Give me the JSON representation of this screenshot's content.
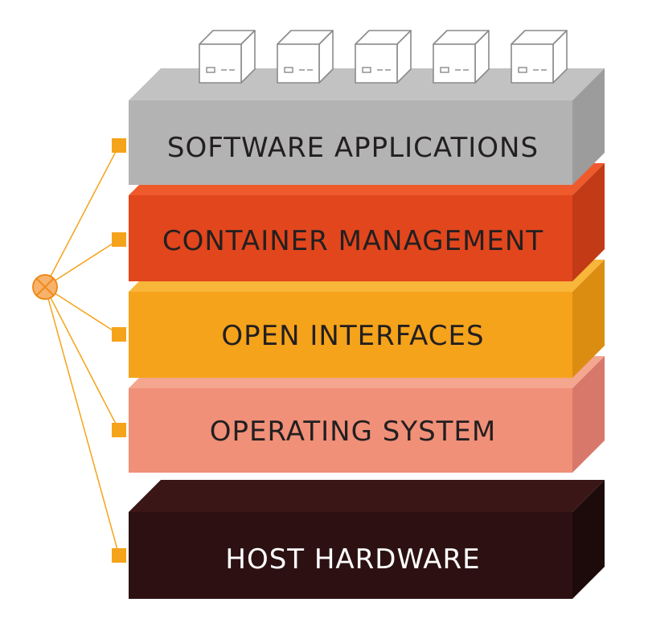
{
  "layers": [
    {
      "label": "SOFTWARE APPLICATIONS",
      "front": "#b3b3b3",
      "top": "#c2c2c2",
      "side": "#9c9c9c",
      "text_color": "#231f20"
    },
    {
      "label": "CONTAINER MANAGEMENT",
      "front": "#e2461d",
      "top": "#ee5a2c",
      "side": "#c23a16",
      "text_color": "#231f20"
    },
    {
      "label": "OPEN INTERFACES",
      "front": "#f5a31b",
      "top": "#f8b63a",
      "side": "#db8d12",
      "text_color": "#231f20"
    },
    {
      "label": "OPERATING SYSTEM",
      "front": "#f09078",
      "top": "#f4a68f",
      "side": "#d8786a",
      "text_color": "#231f20"
    },
    {
      "label": "HOST HARDWARE",
      "front": "#2d1112",
      "top": "#3a1617",
      "side": "#1d0a0b",
      "text_color": "#ffffff"
    }
  ],
  "container_count": 5,
  "connector_color": "#f5a31b",
  "hub_icon": "x-circle-icon",
  "container_icon": "container-box-icon"
}
